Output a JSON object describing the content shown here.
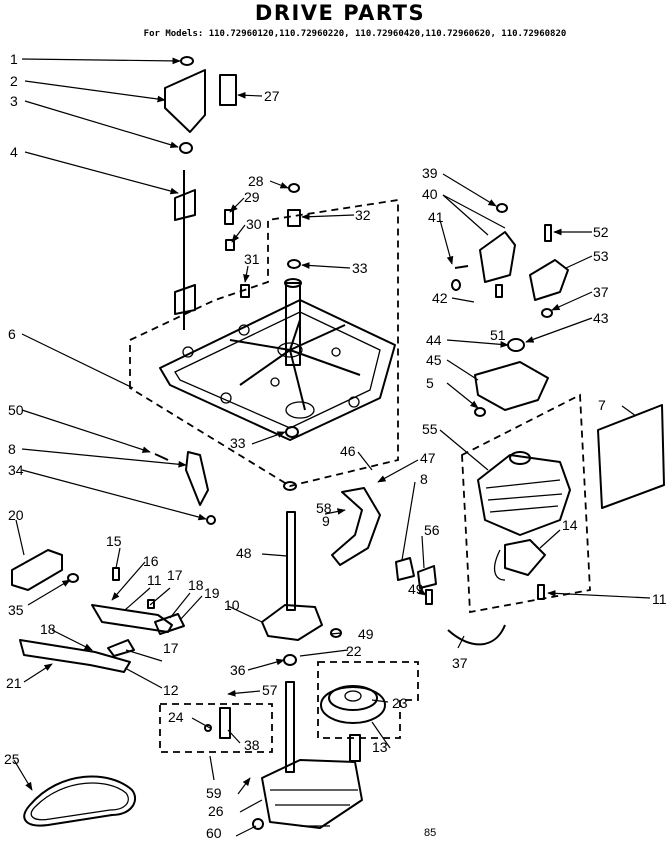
{
  "title": "DRIVE PARTS",
  "models_line": "For Models: 110.72960120,110.72960220, 110.72960420,110.72960620, 110.72960820",
  "page_code": "85",
  "callouts": [
    "1",
    "2",
    "3",
    "27",
    "4",
    "28",
    "29",
    "30",
    "32",
    "31",
    "33",
    "39",
    "40",
    "41",
    "42",
    "51",
    "52",
    "53",
    "37",
    "43",
    "44",
    "45",
    "5",
    "6",
    "50",
    "33",
    "46",
    "55",
    "7",
    "8",
    "34",
    "47",
    "8",
    "58",
    "9",
    "20",
    "48",
    "56",
    "14",
    "15",
    "16",
    "11",
    "17",
    "18",
    "19",
    "10",
    "35",
    "49",
    "49",
    "11",
    "18",
    "17",
    "12",
    "21",
    "36",
    "22",
    "57",
    "37",
    "23",
    "24",
    "38",
    "13",
    "25",
    "59",
    "26",
    "60"
  ]
}
